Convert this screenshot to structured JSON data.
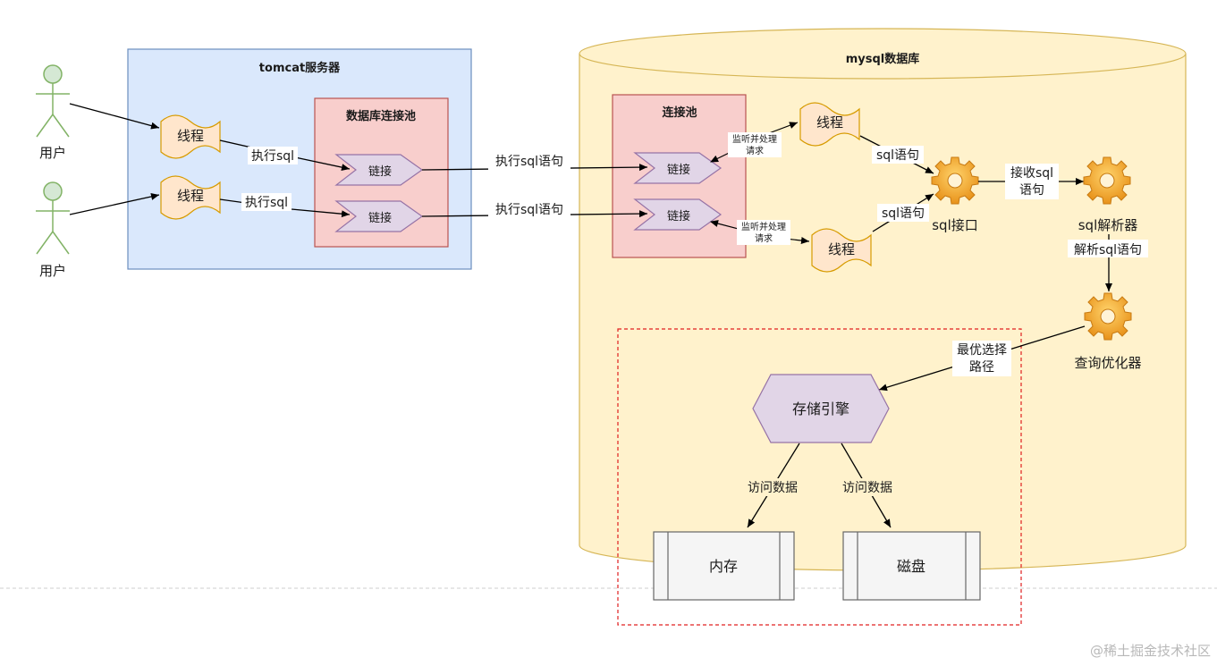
{
  "user_label_1": "用户",
  "user_label_2": "用户",
  "tomcat_title": "tomcat服务器",
  "tomcat_pool_title": "数据库连接池",
  "thread_label_1": "线程",
  "thread_label_2": "线程",
  "exec_sql_1": "执行sql",
  "exec_sql_2": "执行sql",
  "link_label_1": "链接",
  "link_label_2": "链接",
  "exec_stmt_1": "执行sql语句",
  "exec_stmt_2": "执行sql语句",
  "mysql_title": "mysql数据库",
  "mysql_pool_title": "连接池",
  "mysql_link_1": "链接",
  "mysql_link_2": "链接",
  "listen_line_1": "监听并处理",
  "listen_line_2": "请求",
  "listen2_line_1": "监听并处理",
  "listen2_line_2": "请求",
  "mysql_thread_1": "线程",
  "mysql_thread_2": "线程",
  "sql_stmt_1": "sql语句",
  "sql_stmt_2": "sql语句",
  "sql_interface": "sql接口",
  "receive_line_1": "接收sql",
  "receive_line_2": "语句",
  "sql_parser": "sql解析器",
  "parse_stmt": "解析sql语句",
  "query_optimizer": "查询优化器",
  "best_path_line_1": "最优选择",
  "best_path_line_2": "路径",
  "storage_engine": "存储引擎",
  "access_data_1": "访问数据",
  "access_data_2": "访问数据",
  "memory": "内存",
  "disk": "磁盘",
  "watermark": "@稀土掘金技术社区",
  "colors": {
    "tomcat_fill": "#dae8fc",
    "tomcat_stroke": "#6c8ebf",
    "pool_fill": "#f8cecc",
    "pool_stroke": "#b85450",
    "cylinder_fill": "#fff2cc",
    "cylinder_stroke": "#d6b656",
    "link_fill": "#e1d5e7",
    "link_stroke": "#9673a6",
    "thread_fill": "#ffe6cc",
    "thread_stroke": "#d79b00",
    "actor_fill": "#d5e8d4",
    "actor_stroke": "#82b366",
    "gear_fill": "#f5a623",
    "dashed_red": "#e02020"
  }
}
